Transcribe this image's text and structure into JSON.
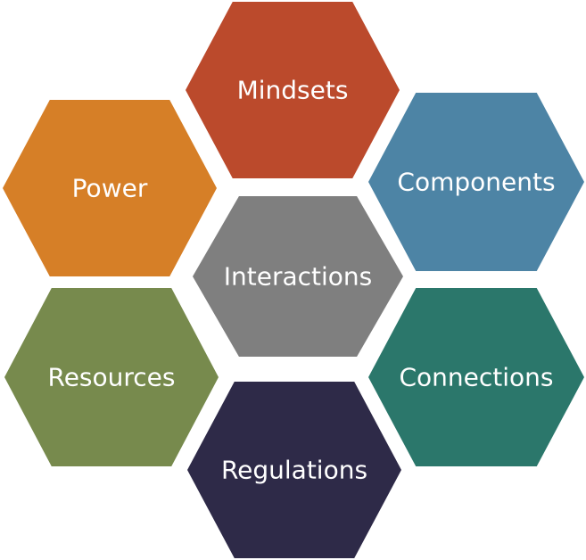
{
  "diagram": {
    "hexagons": [
      {
        "id": "mindsets",
        "label": "Mindsets",
        "color": "#bb4a2c"
      },
      {
        "id": "power",
        "label": "Power",
        "color": "#d67f27"
      },
      {
        "id": "components",
        "label": "Components",
        "color": "#4d84a5"
      },
      {
        "id": "interactions",
        "label": "Interactions",
        "color": "#7f7f7f"
      },
      {
        "id": "resources",
        "label": "Resources",
        "color": "#778a4d"
      },
      {
        "id": "connections",
        "label": "Connections",
        "color": "#2b776b"
      },
      {
        "id": "regulations",
        "label": "Regulations",
        "color": "#2e2a48"
      }
    ]
  }
}
